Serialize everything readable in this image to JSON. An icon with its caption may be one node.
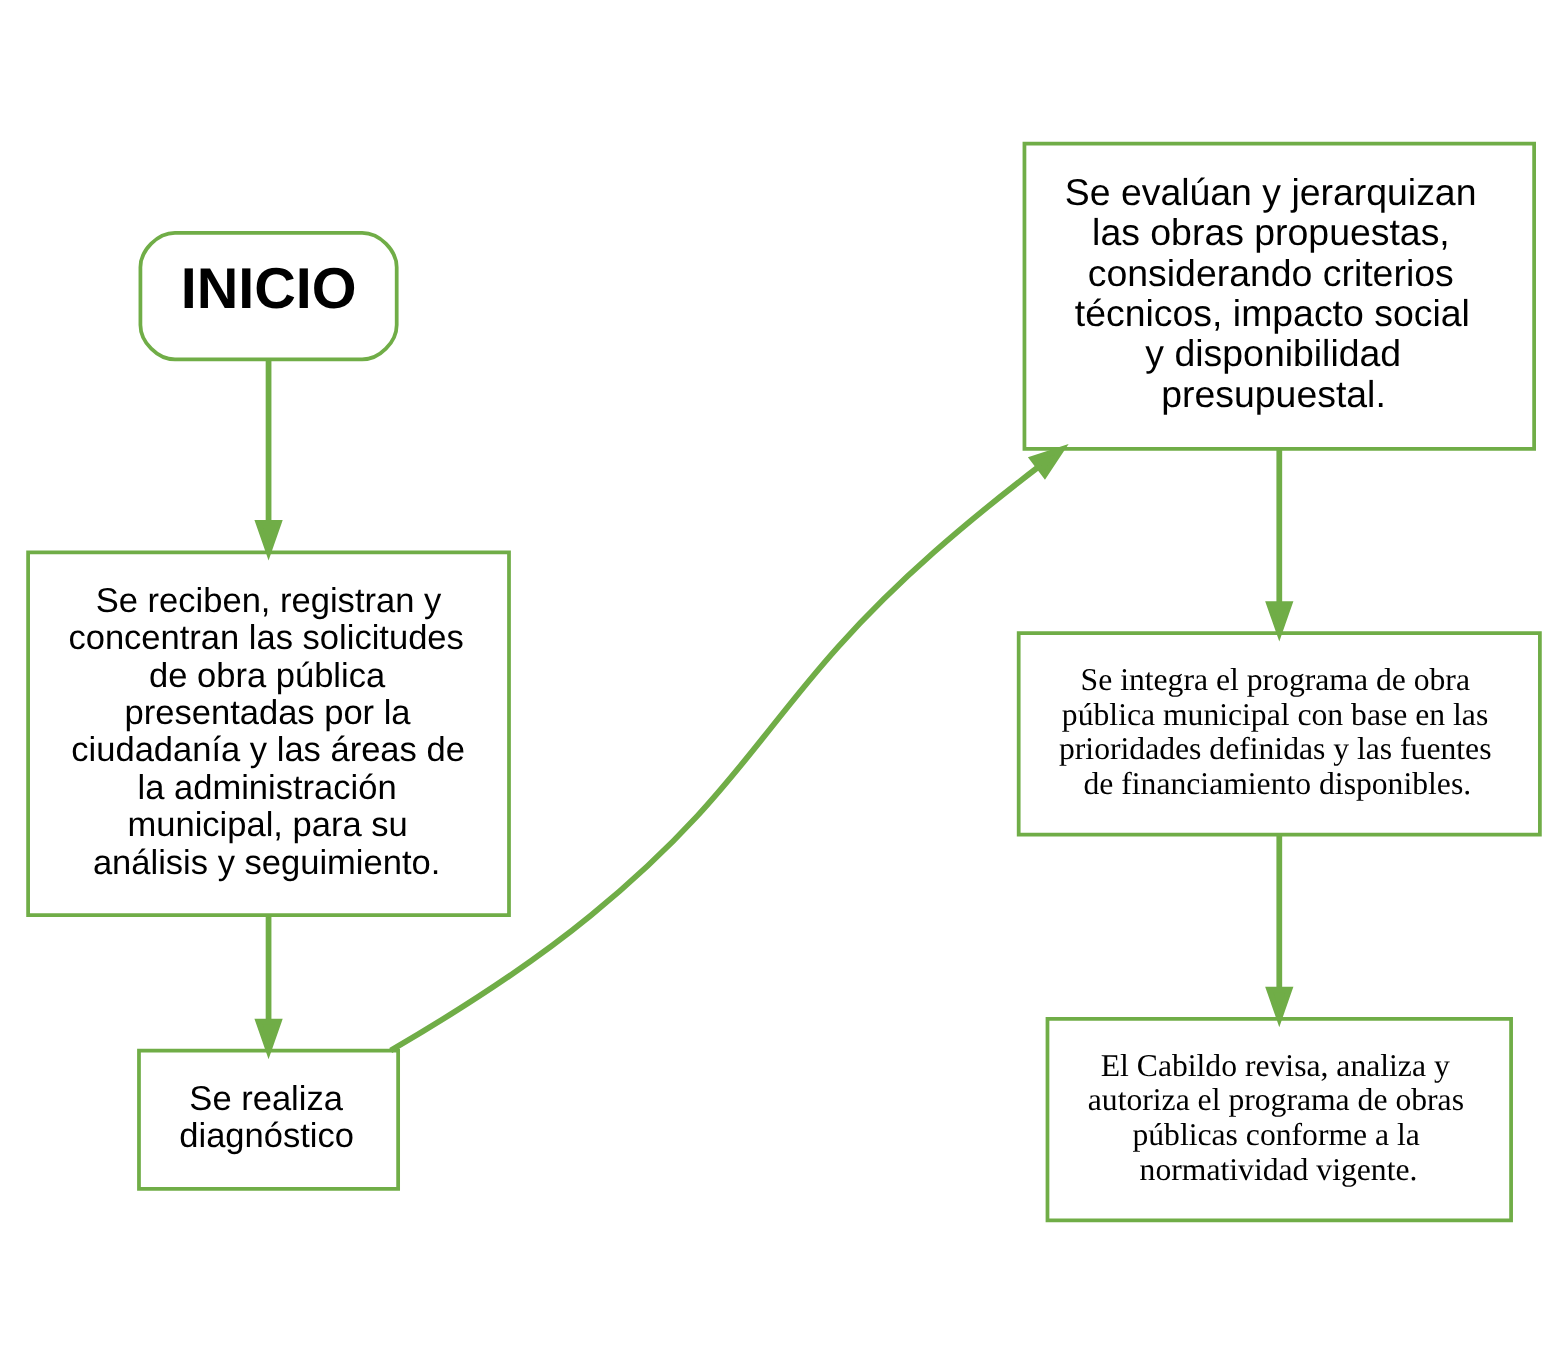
{
  "diagram": {
    "nodes": [
      {
        "text": [
          "INICIO"
        ]
      },
      {
        "text": [
          "Se reciben, registran y concentran las solicitudes de obra pública presentadas por la ciudadanía y las áreas de la administración municipal, para su análisis y seguimiento."
        ]
      },
      {
        "text": [
          "Se realiza diagnóstico"
        ]
      },
      {
        "text": [
          "Se evalúan y jerarquizan las obras propuestas, considerando criterios técnicos, impacto social y disponibilidad presupuestal."
        ]
      },
      {
        "text": [
          "Se integra el programa de obra pública municipal con base en las prioridades definidas y las fuentes de financiamiento disponibles."
        ]
      },
      {
        "text": [
          "El Cabildo revisa, analiza y autoriza el programa de obras públicas conforme a la normatividad vigente."
        ]
      }
    ],
    "edges": [
      {
        "from": 0,
        "to": 1,
        "arrow": "to"
      },
      {
        "from": 1,
        "to": 2,
        "arrow": "to"
      },
      {
        "from": 2,
        "to": 3,
        "arrow": "to"
      },
      {
        "from": 3,
        "to": 4,
        "arrow": "to"
      },
      {
        "from": 4,
        "to": 5,
        "arrow": "to"
      }
    ]
  }
}
